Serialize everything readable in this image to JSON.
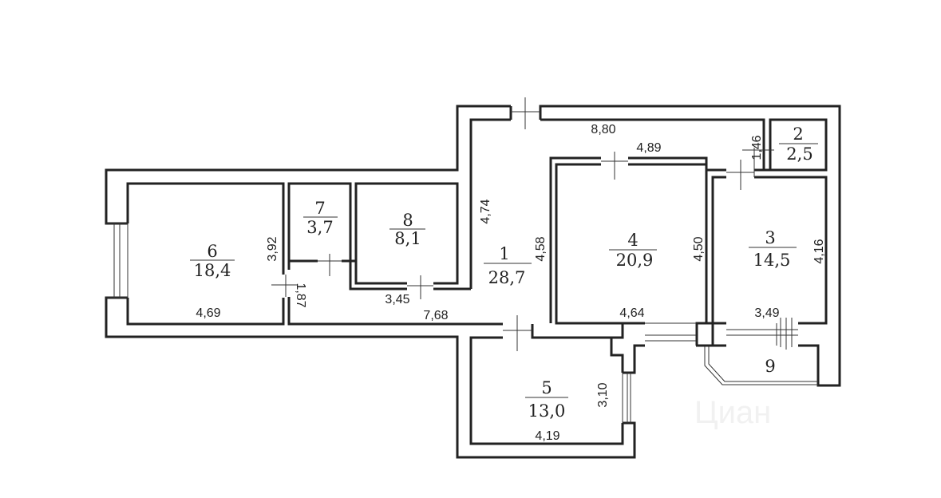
{
  "rooms": [
    {
      "number": "1",
      "area": "28,7"
    },
    {
      "number": "2",
      "area": "2,5"
    },
    {
      "number": "3",
      "area": "14,5"
    },
    {
      "number": "4",
      "area": "20,9"
    },
    {
      "number": "5",
      "area": "13,0"
    },
    {
      "number": "6",
      "area": "18,4"
    },
    {
      "number": "7",
      "area": "3,7"
    },
    {
      "number": "8",
      "area": "8,1"
    },
    {
      "number": "9"
    }
  ],
  "dimensions": {
    "d880": "8,80",
    "d489": "4,89",
    "d146": "1,46",
    "d474": "4,74",
    "d458": "4,58",
    "d450": "4,50",
    "d416": "4,16",
    "d464": "4,64",
    "d349": "3,49",
    "d310": "3,10",
    "d419": "4,19",
    "d392": "3,92",
    "d187": "1,87",
    "d469": "4,69",
    "d345": "3,45",
    "d768": "7,68"
  },
  "watermark": "Циан"
}
